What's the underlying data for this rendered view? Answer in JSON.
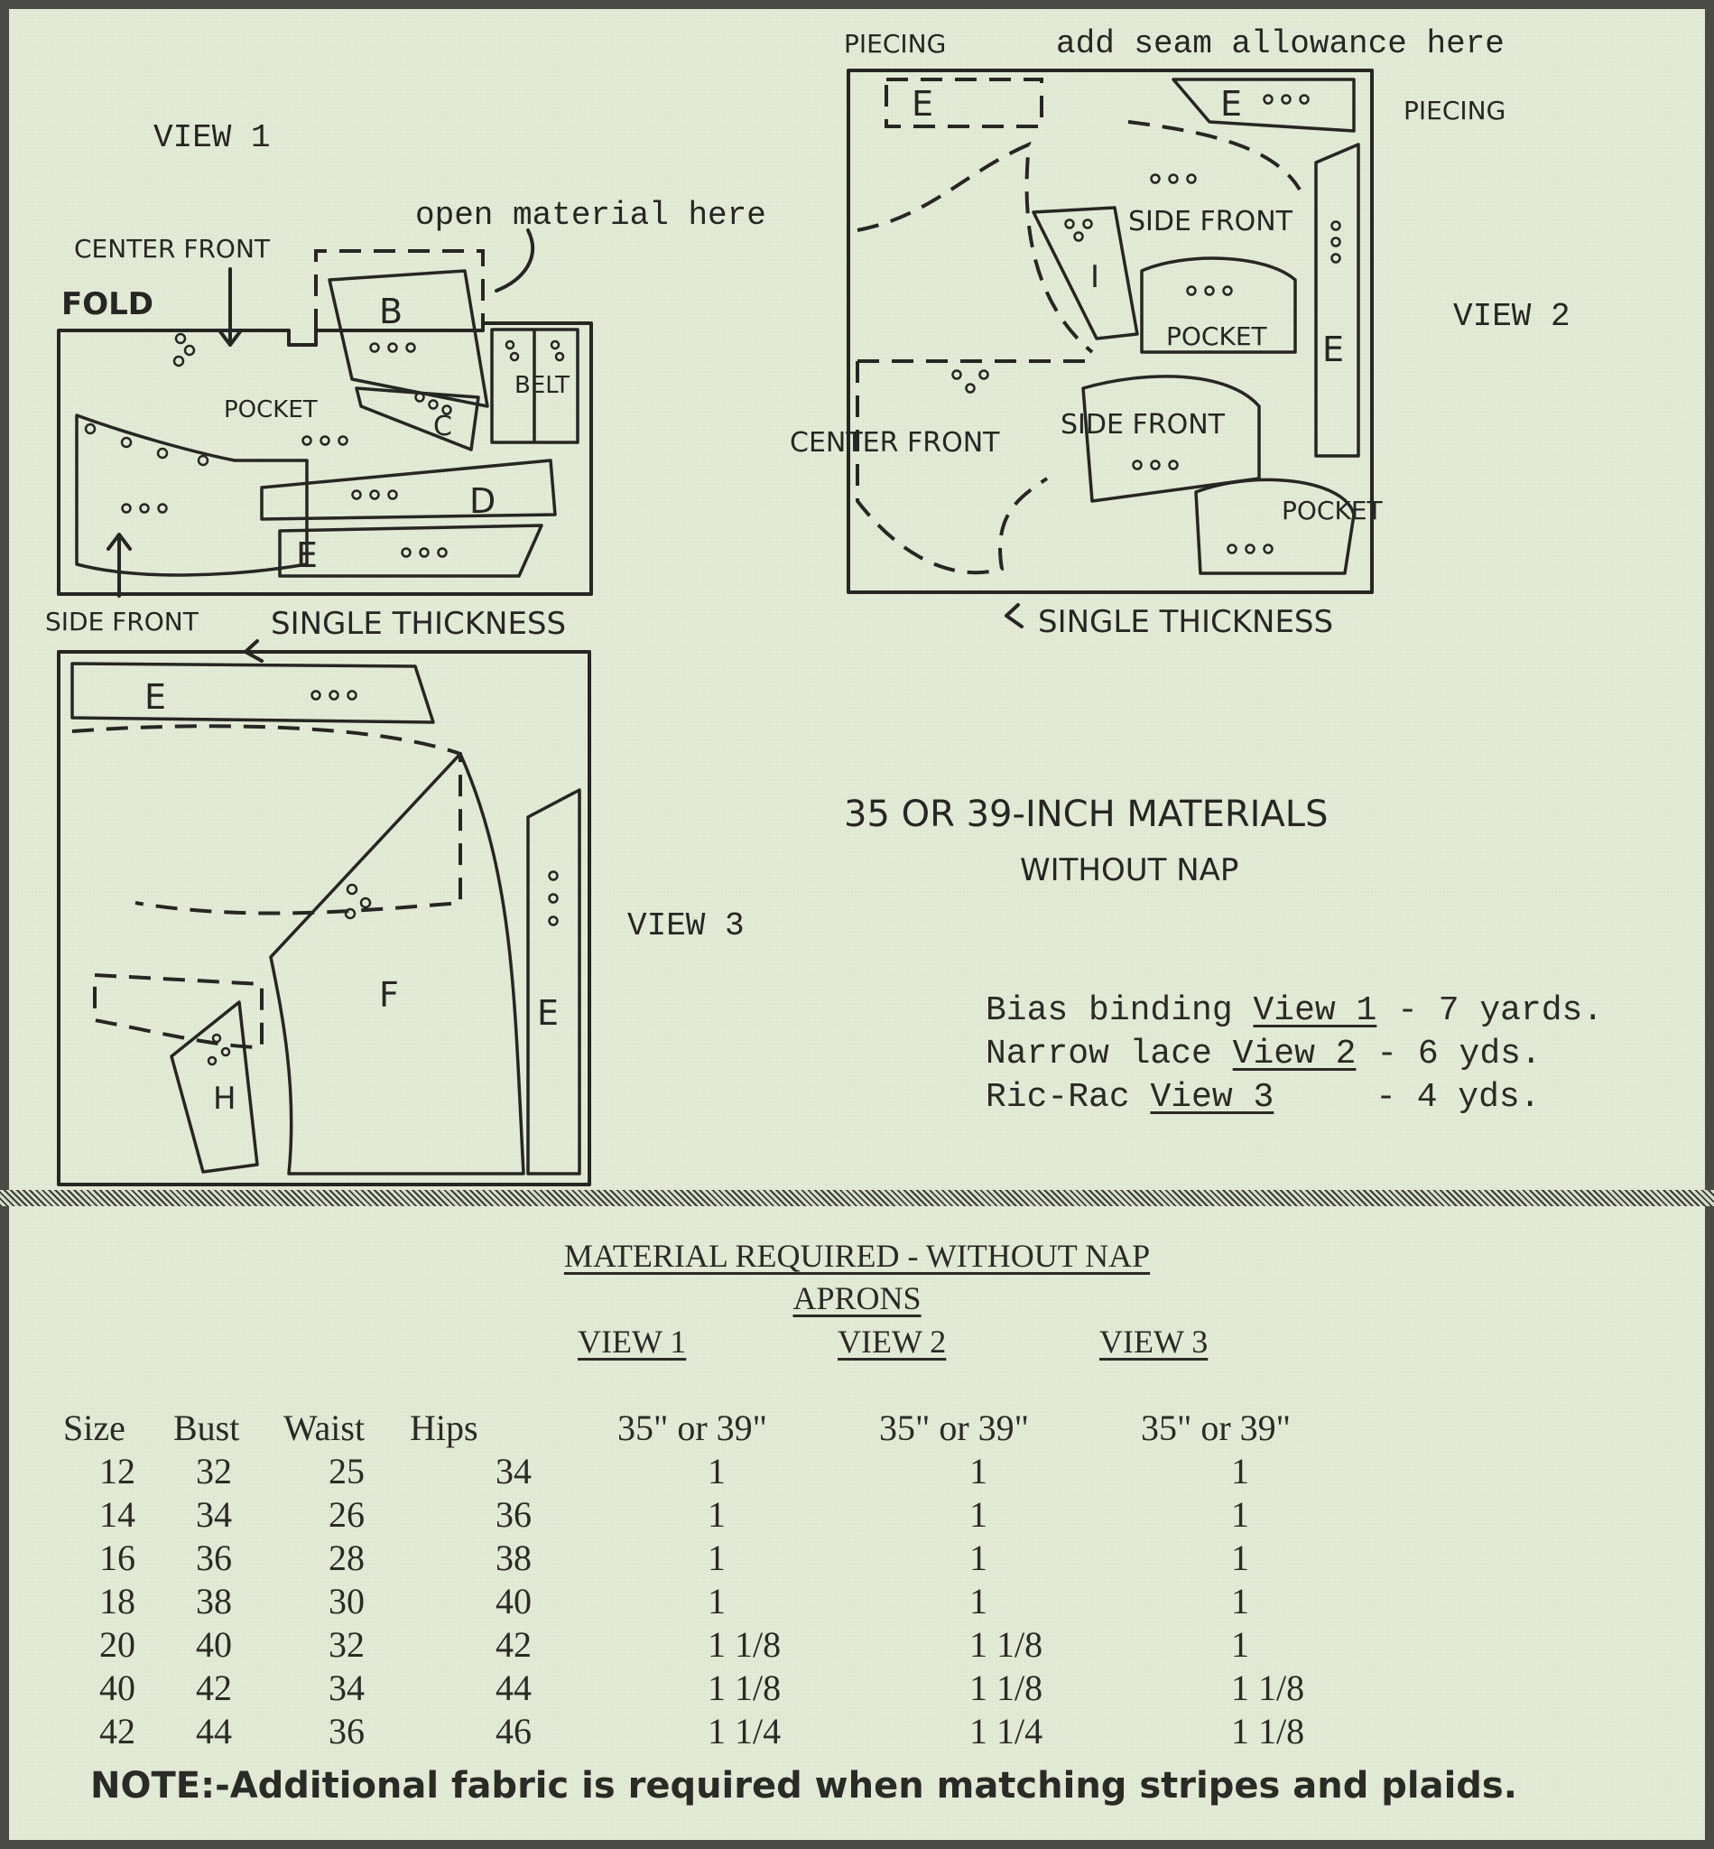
{
  "view1": {
    "title": "VIEW 1",
    "open_material_note": "open material here",
    "center_front": "CENTER FRONT",
    "fold": "FOLD",
    "side_front": "SIDE FRONT",
    "single_thickness": "SINGLE THICKNESS",
    "pieces": {
      "b": "B",
      "c": "C",
      "d": "D",
      "e": "E",
      "pocket": "POCKET",
      "belt": "BELT"
    }
  },
  "view2": {
    "title": "VIEW 2",
    "piecing_left": "PIECING",
    "seam_note": "add seam allowance here",
    "piecing_right": "PIECING",
    "side_front_top": "SIDE FRONT",
    "side_front_bottom": "SIDE FRONT",
    "center_front": "CENTER FRONT",
    "pocket_middle": "POCKET",
    "pocket_bottom": "POCKET",
    "single_thickness": "SINGLE THICKNESS",
    "pieces": {
      "e_left": "E",
      "e_right": "E",
      "e_strip": "E",
      "i": "I"
    }
  },
  "view3": {
    "title": "VIEW 3",
    "pieces": {
      "e_top": "E",
      "f": "F",
      "h": "H",
      "e_strip": "E"
    }
  },
  "materials": {
    "heading": "35 OR 39-INCH MATERIALS",
    "subheading": "WITHOUT NAP"
  },
  "trims": [
    {
      "item": "Bias binding",
      "view": "View 1",
      "amount": "- 7 yards."
    },
    {
      "item": "Narrow lace",
      "view": "View 2",
      "amount": "- 6 yds."
    },
    {
      "item": "Ric-Rac",
      "view": "View 3",
      "amount": "- 4 yds."
    }
  ],
  "table": {
    "title": "MATERIAL REQUIRED - WITHOUT NAP",
    "subtitle": "APRONS",
    "view_headers": [
      "VIEW 1",
      "VIEW 2",
      "VIEW 3"
    ],
    "columns": [
      "Size",
      "Bust",
      "Waist",
      "Hips",
      "35\" or 39\"",
      "35\" or 39\"",
      "35\" or 39\""
    ],
    "rows": [
      [
        "12",
        "32",
        "25",
        "34",
        "1",
        "1",
        "1"
      ],
      [
        "14",
        "34",
        "26",
        "36",
        "1",
        "1",
        "1"
      ],
      [
        "16",
        "36",
        "28",
        "38",
        "1",
        "1",
        "1"
      ],
      [
        "18",
        "38",
        "30",
        "40",
        "1",
        "1",
        "1"
      ],
      [
        "20",
        "40",
        "32",
        "42",
        "1 1/8",
        "1 1/8",
        "1"
      ],
      [
        "40",
        "42",
        "34",
        "44",
        "1 1/8",
        "1 1/8",
        "1 1/8"
      ],
      [
        "42",
        "44",
        "36",
        "46",
        "1 1/4",
        "1 1/4",
        "1 1/8"
      ]
    ],
    "note": "NOTE:-Additional fabric is required when matching stripes and plaids."
  }
}
